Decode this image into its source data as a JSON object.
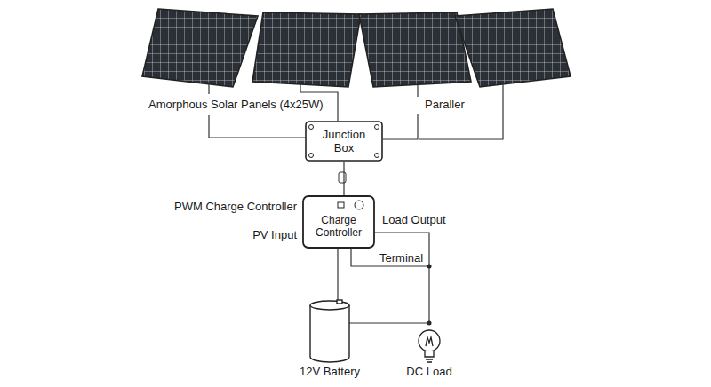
{
  "diagram": {
    "nodes": [
      {
        "text": [
          "Junction Box"
        ]
      },
      {
        "text": [
          "Charge Controller"
        ]
      },
      {
        "text": [
          "12V Battery"
        ]
      },
      {
        "text": [
          "DC Load"
        ]
      }
    ],
    "edges": [
      {
        "from": 0,
        "to": 1,
        "arrow": "none"
      },
      {
        "from": 1,
        "to": 2,
        "arrow": "none"
      },
      {
        "from": 1,
        "to": 3,
        "arrow": "none"
      },
      {
        "from": 2,
        "to": 3,
        "arrow": "none"
      }
    ],
    "labels": [
      "Amorphous Solar Panels (4x25W)",
      "Paraller",
      "PWM Charge Controller",
      "PV Input",
      "Load Output",
      "Terminal"
    ]
  }
}
